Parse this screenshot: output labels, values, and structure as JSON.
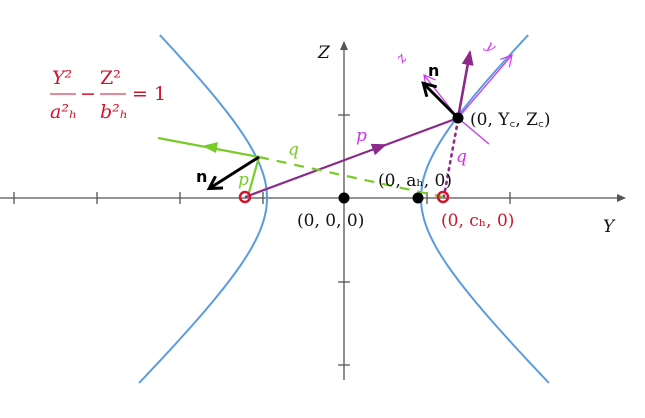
{
  "equation": {
    "lhs_num1": "Y²",
    "lhs_den1": "a²ₕ",
    "minus": "−",
    "lhs_num2": "Z²",
    "lhs_den2": "b²ₕ",
    "rhs": "= 1"
  },
  "axes": {
    "y_label": "Y",
    "z_label": "Z"
  },
  "points": {
    "origin": "(0, 0, 0)",
    "vertex": "(0, aₕ, 0)",
    "focus": "(0, cₕ, 0)",
    "contact": "(0, Y꜀, Z꜀)"
  },
  "labels": {
    "p_purple": "p",
    "q_purple": "q",
    "p_green": "p",
    "q_green": "q",
    "n_left": "n",
    "n_right": "n",
    "local_z": "z",
    "local_y": "y"
  },
  "colors": {
    "hyperbola": "#5a9be0",
    "axes": "#555555",
    "ray": "#8b2a8b",
    "reflected": "#78cc28",
    "focus": "#d0142c",
    "local_axes": "#cc33ee"
  }
}
